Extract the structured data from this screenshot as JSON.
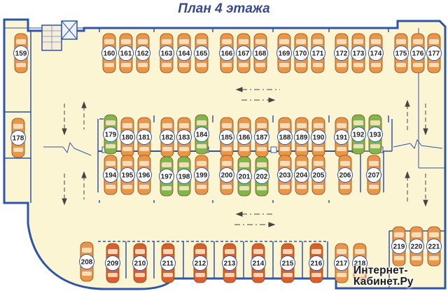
{
  "title": "План 4 этажа",
  "watermark": {
    "line1": "Интернет-",
    "line2": "Кабинет.Ру"
  },
  "colors": {
    "floor": "#fcf5d4",
    "wall": "#2f55a6",
    "car_orange": "#e8974a",
    "car_red": "#d9602e",
    "car_green": "#7fb84a"
  },
  "spots": [
    {
      "num": "159",
      "color": "orange"
    },
    {
      "num": "160",
      "color": "orange"
    },
    {
      "num": "161",
      "color": "orange"
    },
    {
      "num": "162",
      "color": "orange"
    },
    {
      "num": "163",
      "color": "orange"
    },
    {
      "num": "164",
      "color": "orange"
    },
    {
      "num": "165",
      "color": "orange"
    },
    {
      "num": "166",
      "color": "orange"
    },
    {
      "num": "167",
      "color": "orange"
    },
    {
      "num": "168",
      "color": "orange"
    },
    {
      "num": "169",
      "color": "orange"
    },
    {
      "num": "170",
      "color": "orange"
    },
    {
      "num": "171",
      "color": "orange"
    },
    {
      "num": "172",
      "color": "orange"
    },
    {
      "num": "173",
      "color": "orange"
    },
    {
      "num": "174",
      "color": "orange"
    },
    {
      "num": "175",
      "color": "orange"
    },
    {
      "num": "176",
      "color": "orange"
    },
    {
      "num": "177",
      "color": "orange"
    },
    {
      "num": "178",
      "color": "orange"
    },
    {
      "num": "179",
      "color": "green"
    },
    {
      "num": "180",
      "color": "orange"
    },
    {
      "num": "181",
      "color": "orange"
    },
    {
      "num": "182",
      "color": "orange"
    },
    {
      "num": "183",
      "color": "orange"
    },
    {
      "num": "184",
      "color": "green"
    },
    {
      "num": "185",
      "color": "orange"
    },
    {
      "num": "186",
      "color": "orange"
    },
    {
      "num": "187",
      "color": "orange"
    },
    {
      "num": "188",
      "color": "orange"
    },
    {
      "num": "189",
      "color": "orange"
    },
    {
      "num": "190",
      "color": "orange"
    },
    {
      "num": "191",
      "color": "orange"
    },
    {
      "num": "192",
      "color": "green"
    },
    {
      "num": "193",
      "color": "green"
    },
    {
      "num": "194",
      "color": "orange"
    },
    {
      "num": "195",
      "color": "orange"
    },
    {
      "num": "196",
      "color": "orange"
    },
    {
      "num": "197",
      "color": "green"
    },
    {
      "num": "198",
      "color": "green"
    },
    {
      "num": "199",
      "color": "orange"
    },
    {
      "num": "200",
      "color": "orange"
    },
    {
      "num": "201",
      "color": "green"
    },
    {
      "num": "202",
      "color": "green"
    },
    {
      "num": "203",
      "color": "orange"
    },
    {
      "num": "204",
      "color": "orange"
    },
    {
      "num": "205",
      "color": "orange"
    },
    {
      "num": "206",
      "color": "orange"
    },
    {
      "num": "207",
      "color": "orange"
    },
    {
      "num": "208",
      "color": "orange"
    },
    {
      "num": "209",
      "color": "red"
    },
    {
      "num": "210",
      "color": "red"
    },
    {
      "num": "211",
      "color": "red"
    },
    {
      "num": "212",
      "color": "red"
    },
    {
      "num": "213",
      "color": "red"
    },
    {
      "num": "214",
      "color": "red"
    },
    {
      "num": "215",
      "color": "red"
    },
    {
      "num": "216",
      "color": "red"
    },
    {
      "num": "217",
      "color": "orange"
    },
    {
      "num": "218",
      "color": "orange"
    },
    {
      "num": "219",
      "color": "orange"
    },
    {
      "num": "220",
      "color": "orange"
    },
    {
      "num": "221",
      "color": "orange"
    }
  ]
}
